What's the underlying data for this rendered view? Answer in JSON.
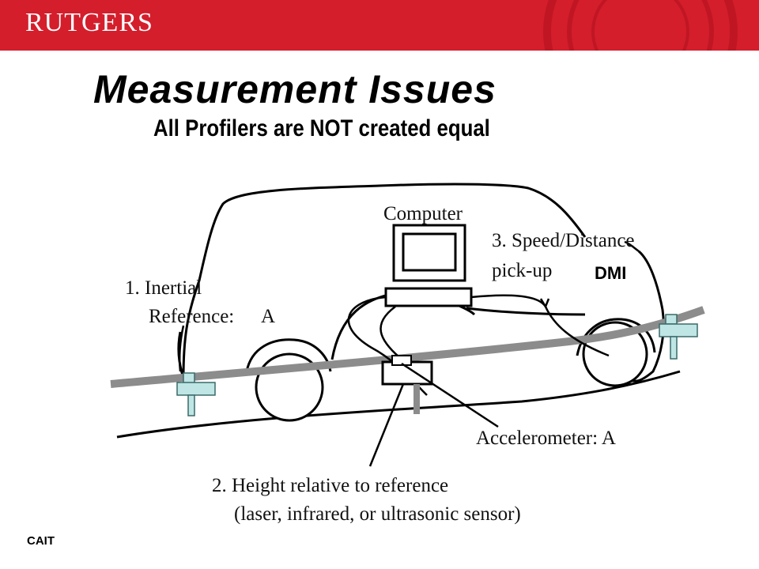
{
  "header": {
    "logo_text": "RUTGERS",
    "brand_color": "#d41e2c"
  },
  "slide": {
    "title": "Measurement Issues",
    "subtitle": "All Profilers are NOT created equal"
  },
  "diagram": {
    "labels": {
      "computer": "Computer",
      "speed_line1": "3. Speed/Distance",
      "speed_line2": "pick-up",
      "dmi": "DMI",
      "inertial_line1": "1. Inertial",
      "inertial_line2": "Reference:",
      "inertial_value": "A",
      "accelerometer": "Accelerometer: A",
      "height_line1": "2. Height relative to reference",
      "height_line2": "(laser, infrared, or ultrasonic sensor)"
    },
    "marker_color": "#bfe6e4",
    "reference_line_color": "#8c8c8c"
  },
  "footer": {
    "note": "CAIT"
  }
}
